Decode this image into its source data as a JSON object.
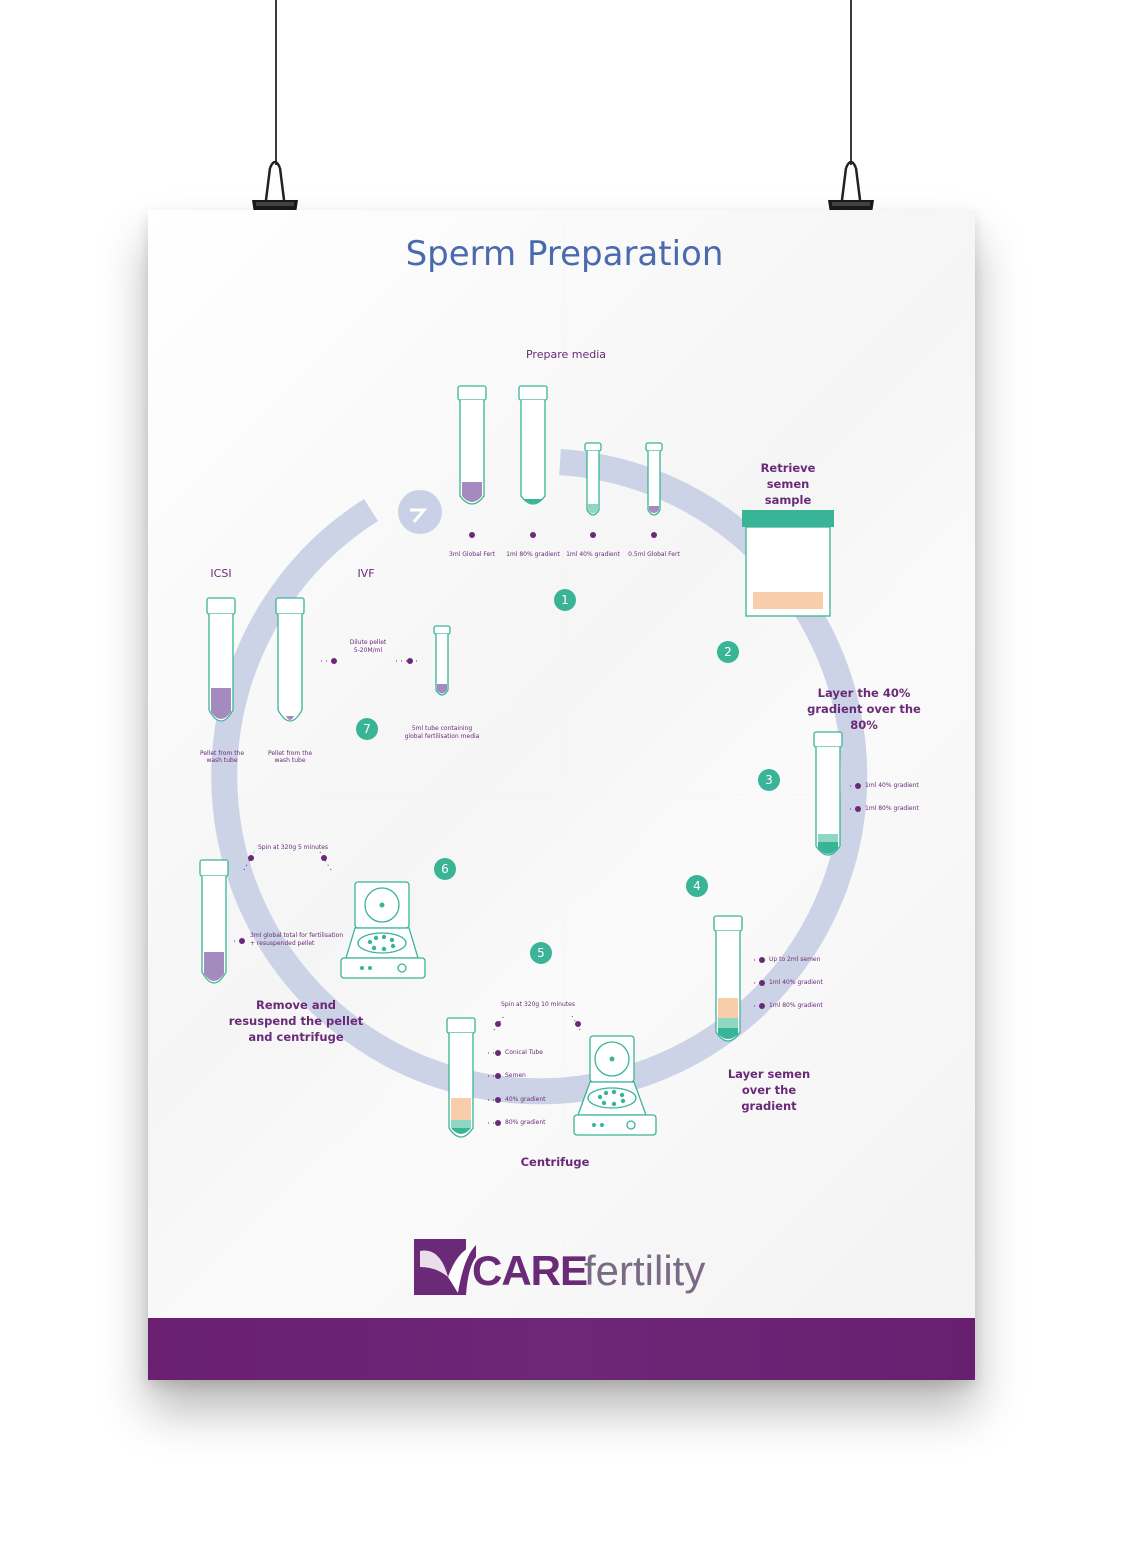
{
  "title": "Sperm Preparation",
  "steps": {
    "s1": {
      "number": "1",
      "label": "Prepare media"
    },
    "s2": {
      "number": "2",
      "label": "Retrieve semen sample"
    },
    "s3": {
      "number": "3",
      "label": "Layer the 40% gradient over the 80%"
    },
    "s4": {
      "number": "4",
      "label": "Layer semen over the gradient"
    },
    "s5": {
      "number": "5",
      "label": "Centrifuge"
    },
    "s6": {
      "number": "6",
      "label": "Remove and resuspend the pellet and centrifuge"
    },
    "s7": {
      "number": "7"
    }
  },
  "media": {
    "tube1": "3ml Global Fert",
    "tube2": "1ml 80% gradient",
    "tube3": "1ml 40% gradient",
    "tube4": "0.5ml Global Fert"
  },
  "layer": {
    "l1": "1ml 40% gradient",
    "l2": "1ml 80% gradient"
  },
  "semen": {
    "l1": "Up to 2ml semen",
    "l2": "1ml 40% gradient",
    "l3": "1ml 80% gradient"
  },
  "centrifuge": {
    "spin": "Spin at 320g 10 minutes",
    "l1": "Conical Tube",
    "l2": "Semen",
    "l3": "40% gradient",
    "l4": "80% gradient"
  },
  "resuspend": {
    "spin": "Spin at 320g 5 minutes",
    "l1": "3ml global total for fertilisation",
    "l2": "+ resuspended pellet"
  },
  "final": {
    "icsi": "ICSI",
    "ivf": "IVF",
    "pellet1a": "Pellet from the",
    "pellet1b": "wash tube",
    "pellet2a": "Pellet from the",
    "pellet2b": "wash tube",
    "dilute1": "Dilute pellet",
    "dilute2": "5-20M/ml",
    "tube1": "5ml tube containing",
    "tube2": "global fertilisation media"
  },
  "logo": {
    "care": "CARE",
    "fertility": "fertility"
  },
  "colors": {
    "teal": "#3ab497",
    "purple": "#6a2a78",
    "lavender": "#9a7ab6",
    "ring": "#c9d1e6",
    "peach": "#f8ceaa",
    "title": "#4a6aae",
    "footer": "#6a1f72"
  }
}
